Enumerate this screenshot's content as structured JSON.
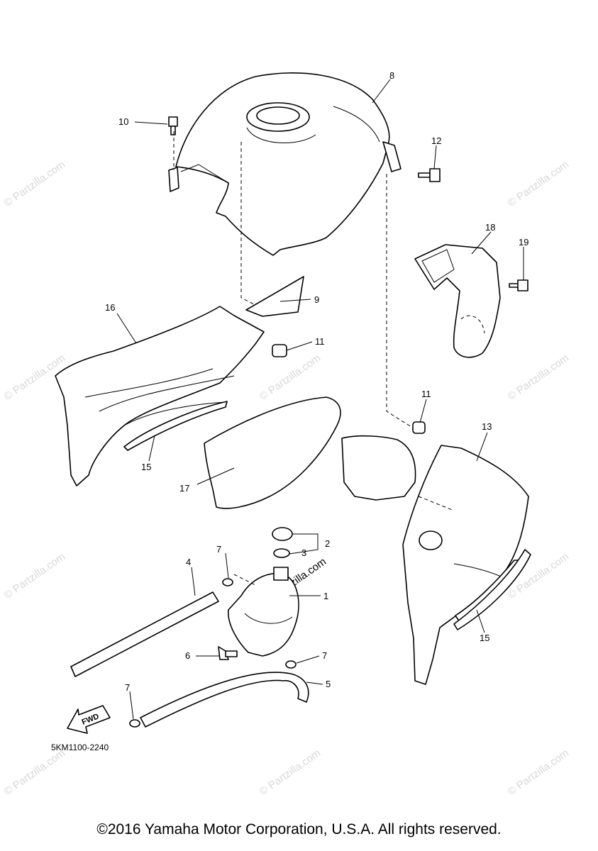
{
  "diagram": {
    "part_code": "5KM1100-2240",
    "direction_label": "FWD",
    "watermark": "© Partzilla.com",
    "callouts": [
      {
        "id": "c8",
        "label": "8"
      },
      {
        "id": "c10",
        "label": "10"
      },
      {
        "id": "c12",
        "label": "12"
      },
      {
        "id": "c18",
        "label": "18"
      },
      {
        "id": "c19",
        "label": "19"
      },
      {
        "id": "c9",
        "label": "9"
      },
      {
        "id": "c16",
        "label": "16"
      },
      {
        "id": "c11a",
        "label": "11"
      },
      {
        "id": "c11b",
        "label": "11"
      },
      {
        "id": "c13",
        "label": "13"
      },
      {
        "id": "c15a",
        "label": "15"
      },
      {
        "id": "c17",
        "label": "17"
      },
      {
        "id": "c2",
        "label": "2"
      },
      {
        "id": "c3",
        "label": "3"
      },
      {
        "id": "c7a",
        "label": "7"
      },
      {
        "id": "c4",
        "label": "4"
      },
      {
        "id": "c1",
        "label": "1"
      },
      {
        "id": "c6",
        "label": "6"
      },
      {
        "id": "c7b",
        "label": "7"
      },
      {
        "id": "c5",
        "label": "5"
      },
      {
        "id": "c7c",
        "label": "7"
      },
      {
        "id": "c15b",
        "label": "15"
      }
    ]
  },
  "footer": {
    "copyright": "©2016 Yamaha Motor Corporation, U.S.A. All rights reserved."
  }
}
